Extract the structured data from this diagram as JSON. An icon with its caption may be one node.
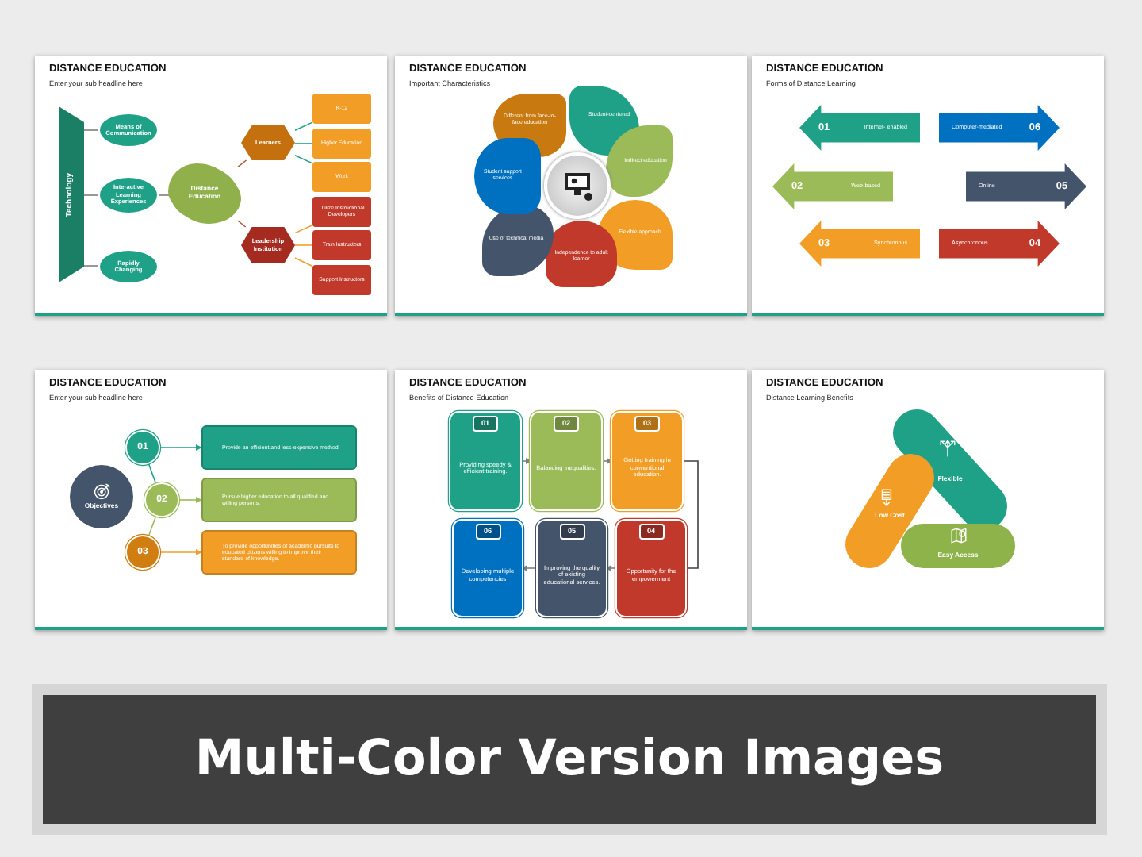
{
  "diagram": {
    "title": "Multi-Color Version Images",
    "nodes": [
      {
        "text": [
          "DISTANCE EDUCATION",
          "Enter your sub headline here"
        ]
      },
      {
        "text": [
          "Technology"
        ],
        "in": 0
      },
      {
        "text": [
          "Means of Communication"
        ],
        "in": 0
      },
      {
        "text": [
          "Interactive Learning Experiences"
        ],
        "in": 0
      },
      {
        "text": [
          "Rapidly Changing"
        ],
        "in": 0
      },
      {
        "text": [
          "Distance Education"
        ],
        "in": 0
      },
      {
        "text": [
          "Learners"
        ],
        "in": 0
      },
      {
        "text": [
          "Leadership Institution"
        ],
        "in": 0
      },
      {
        "text": [
          "K-12"
        ],
        "in": 0
      },
      {
        "text": [
          "Higher Education"
        ],
        "in": 0
      },
      {
        "text": [
          "Work"
        ],
        "in": 0
      },
      {
        "text": [
          "Utilize Instructional Developers"
        ],
        "in": 0
      },
      {
        "text": [
          "Train Instructors"
        ],
        "in": 0
      },
      {
        "text": [
          "Support Instructors"
        ],
        "in": 0
      },
      {
        "text": [
          "DISTANCE EDUCATION",
          "Important Characteristics"
        ]
      },
      {
        "text": [
          "Different from face-to-face education"
        ],
        "in": 14
      },
      {
        "text": [
          "Student-centered"
        ],
        "in": 14
      },
      {
        "text": [
          "Indirect education"
        ],
        "in": 14
      },
      {
        "text": [
          "Flexible approach"
        ],
        "in": 14
      },
      {
        "text": [
          "Independence to adult learner"
        ],
        "in": 14
      },
      {
        "text": [
          "Use of technical media"
        ],
        "in": 14
      },
      {
        "text": [
          "Student support services"
        ],
        "in": 14
      },
      {
        "text": [
          "DISTANCE EDUCATION",
          "Forms of Distance Learning"
        ]
      },
      {
        "text": [
          "01",
          "Internet- enabled"
        ],
        "in": 22
      },
      {
        "text": [
          "Computer-mediated",
          "06"
        ],
        "in": 22
      },
      {
        "text": [
          "02",
          "Web-based"
        ],
        "in": 22
      },
      {
        "text": [
          "Online",
          "05"
        ],
        "in": 22
      },
      {
        "text": [
          "03",
          "Synchronous"
        ],
        "in": 22
      },
      {
        "text": [
          "Asynchronous",
          "04"
        ],
        "in": 22
      },
      {
        "text": [
          "DISTANCE EDUCATION",
          "Enter your sub headline here"
        ]
      },
      {
        "text": [
          "Objectives"
        ],
        "in": 29
      },
      {
        "text": [
          "01"
        ],
        "in": 29
      },
      {
        "text": [
          "02"
        ],
        "in": 29
      },
      {
        "text": [
          "03"
        ],
        "in": 29
      },
      {
        "text": [
          "Provide an efficient and less-expensive method."
        ],
        "in": 29
      },
      {
        "text": [
          "Pursue higher education to all qualified and willing persons."
        ],
        "in": 29
      },
      {
        "text": [
          "To provide opportunities of academic pursuits to educated citizens willing to improve their standard of knowledge."
        ],
        "in": 29
      },
      {
        "text": [
          "DISTANCE EDUCATION",
          "Benefits of Distance Education"
        ]
      },
      {
        "text": [
          "01",
          "Providing speedy & efficient training."
        ],
        "in": 37
      },
      {
        "text": [
          "02",
          "Balancing inequalities."
        ],
        "in": 37
      },
      {
        "text": [
          "03",
          "Getting training in conventional education."
        ],
        "in": 37
      },
      {
        "text": [
          "04",
          "Opportunity for the empowerment"
        ],
        "in": 37
      },
      {
        "text": [
          "05",
          "Improving the quality of existing educational services."
        ],
        "in": 37
      },
      {
        "text": [
          "06",
          "Developing multiple competencies"
        ],
        "in": 37
      },
      {
        "text": [
          "DISTANCE EDUCATION",
          "Distance Learning Benefits"
        ]
      },
      {
        "text": [
          "Flexible"
        ],
        "in": 44
      },
      {
        "text": [
          "Easy Access"
        ],
        "in": 44
      },
      {
        "text": [
          "Low Cost"
        ],
        "in": 44
      }
    ],
    "edges": [
      {
        "from": 1,
        "to": 2,
        "arrow": "none"
      },
      {
        "from": 1,
        "to": 3,
        "arrow": "none"
      },
      {
        "from": 1,
        "to": 4,
        "arrow": "none"
      },
      {
        "from": 3,
        "to": 5,
        "arrow": "none"
      },
      {
        "from": 5,
        "to": 6,
        "arrow": "none",
        "color": "#b5543f"
      },
      {
        "from": 5,
        "to": 7,
        "arrow": "none",
        "color": "#b5543f"
      },
      {
        "from": 6,
        "to": 8,
        "arrow": "none",
        "color": "#1fa187"
      },
      {
        "from": 6,
        "to": 9,
        "arrow": "none",
        "color": "#1fa187"
      },
      {
        "from": 6,
        "to": 10,
        "arrow": "none",
        "color": "#1fa187"
      },
      {
        "from": 7,
        "to": 11,
        "arrow": "none",
        "color": "#f0a030"
      },
      {
        "from": 7,
        "to": 12,
        "arrow": "none",
        "color": "#f0a030"
      },
      {
        "from": 7,
        "to": 13,
        "arrow": "none",
        "color": "#f0a030"
      },
      {
        "from": 31,
        "to": 32,
        "arrow": "none",
        "color": "#1fa187"
      },
      {
        "from": 32,
        "to": 33,
        "arrow": "none",
        "color": "#9bbb59"
      },
      {
        "from": 31,
        "to": 34,
        "arrow": "to",
        "color": "#1fa187"
      },
      {
        "from": 32,
        "to": 35,
        "arrow": "to",
        "color": "#9bbb59"
      },
      {
        "from": 33,
        "to": 36,
        "arrow": "to",
        "color": "#f0a030"
      },
      {
        "from": 38,
        "to": 39,
        "arrow": "to"
      },
      {
        "from": 39,
        "to": 40,
        "arrow": "to"
      },
      {
        "from": 40,
        "to": 41,
        "arrow": "none",
        "color": "#404040"
      },
      {
        "from": 41,
        "to": 42,
        "arrow": "to"
      },
      {
        "from": 42,
        "to": 43,
        "arrow": "to"
      }
    ]
  }
}
